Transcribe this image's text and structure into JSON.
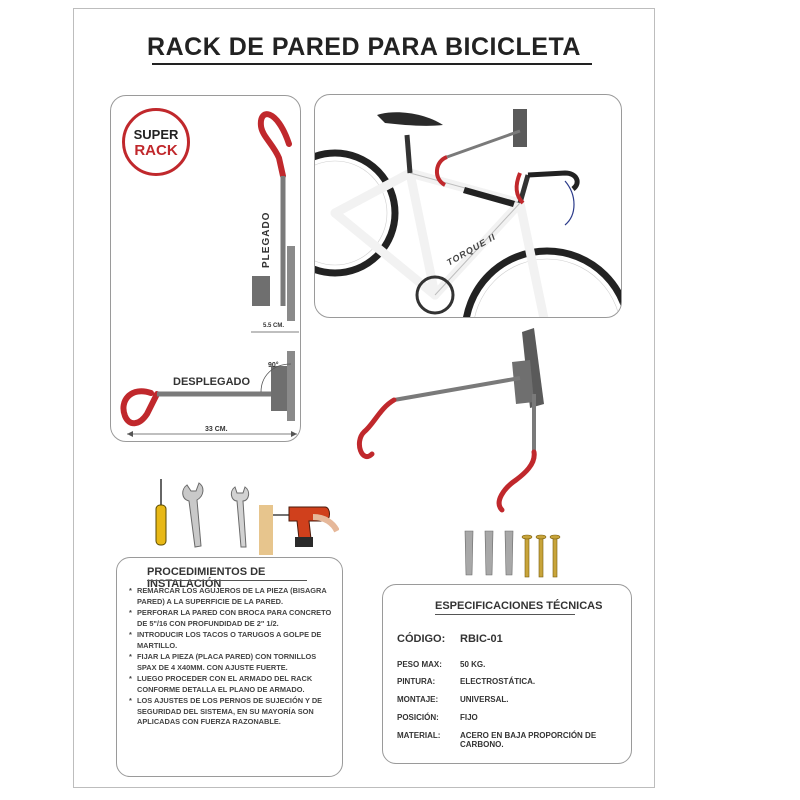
{
  "title": "RACK DE PARED PARA BICICLETA",
  "logo": {
    "line1": "SUPER",
    "line2": "RACK"
  },
  "diagram": {
    "folded_label": "PLEGADO",
    "unfolded_label": "DESPLEGADO",
    "gap_label": "5.5 CM.",
    "angle_label": "90°",
    "length_label": "33 CM."
  },
  "photo": {
    "frame_text": "TORQUE II"
  },
  "procedures": {
    "title": "PROCEDIMIENTOS DE INSTALACIÓN",
    "items": [
      "REMARCAR LOS AGUJEROS DE LA PIEZA (BISAGRA PARED) A LA SUPERFICIE DE LA PARED.",
      "PERFORAR LA PARED CON BROCA PARA CONCRETO DE 5\"/16 CON PROFUNDIDAD DE 2\" 1/2.",
      "INTRODUCIR LOS TACOS O TARUGOS A GOLPE DE MARTILLO.",
      "FIJAR LA PIEZA (PLACA PARED) CON TORNILLOS SPAX DE 4 X40MM. CON AJUSTE FUERTE.",
      "LUEGO PROCEDER CON EL ARMADO DEL RACK CONFORME DETALLA EL PLANO DE ARMADO.",
      "LOS AJUSTES DE LOS PERNOS DE SUJECIÓN Y DE SEGURIDAD DEL SISTEMA, EN SU MAYORÍA SON APLICADAS CON FUERZA RAZONABLE."
    ]
  },
  "specs": {
    "title": "ESPECIFICACIONES TÉCNICAS",
    "code_label": "CÓDIGO:",
    "code_value": "RBIC-01",
    "rows": [
      {
        "label": "PESO MAX:",
        "value": "50 KG."
      },
      {
        "label": "PINTURA:",
        "value": "ELECTROSTÁTICA."
      },
      {
        "label": "MONTAJE:",
        "value": "UNIVERSAL."
      },
      {
        "label": "POSICIÓN:",
        "value": "FIJO"
      },
      {
        "label": "MATERIAL:",
        "value": "ACERO EN BAJA PROPORCIÓN DE CARBONO."
      }
    ]
  },
  "colors": {
    "red": "#c0282c",
    "gray": "#6f6f6f",
    "dark": "#333333"
  }
}
